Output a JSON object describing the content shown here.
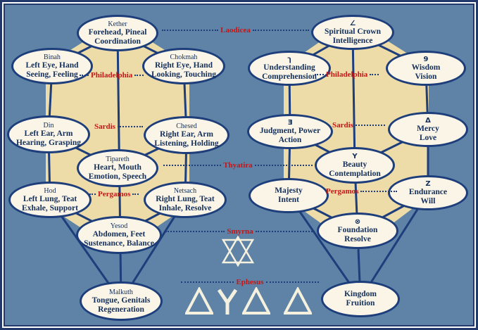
{
  "title": "Tree of Life body/attribute correspondence diagram",
  "colors": {
    "background": "#5e83a7",
    "node_fill": "#faf5e6",
    "node_border": "#1d3e7b",
    "line_navy": "#1d3e7b",
    "tan_panel": "#eedca8",
    "church_red": "#c41616",
    "symbol_ivory": "#f5f1de"
  },
  "left_tree": {
    "nodes": [
      {
        "title": "Kether",
        "line1": "Forehead, Pineal",
        "line2": "Coordination"
      },
      {
        "title": "Binah",
        "line1": "Left Eye, Hand",
        "line2": "Seeing, Feeling"
      },
      {
        "title": "Chokmah",
        "line1": "Right Eye, Hand",
        "line2": "Looking, Touching"
      },
      {
        "title": "Din",
        "line1": "Left Ear, Arm",
        "line2": "Hearing, Grasping"
      },
      {
        "title": "Chesed",
        "line1": "Right Ear, Arm",
        "line2": "Listening, Holding"
      },
      {
        "title": "Tipareth",
        "line1": "Heart, Mouth",
        "line2": "Emotion, Speech"
      },
      {
        "title": "Hod",
        "line1": "Left Lung, Teat",
        "line2": "Exhale, Support"
      },
      {
        "title": "Netsach",
        "line1": "Right Lung, Teat",
        "line2": "Inhale, Resolve"
      },
      {
        "title": "Yesod",
        "line1": "Abdomen, Feet",
        "line2": "Sustenance, Balance"
      },
      {
        "title": "Malkuth",
        "line1": "Tongue, Genitals",
        "line2": "Regeneration"
      }
    ]
  },
  "right_tree": {
    "nodes": [
      {
        "glyph": "∠",
        "line1": "Spiritual Crown",
        "line2": "Intelligence"
      },
      {
        "glyph": "ך",
        "line1": "Understanding",
        "line2": "Comprehension"
      },
      {
        "glyph": "9",
        "line1": "Wisdom",
        "line2": "Vision"
      },
      {
        "glyph": "Ǝ",
        "line1": "Judgment, Power",
        "line2": "Action"
      },
      {
        "glyph": "Δ",
        "line1": "Mercy",
        "line2": "Love"
      },
      {
        "glyph": "Y",
        "line1": "Beauty",
        "line2": "Contemplation"
      },
      {
        "glyph": "",
        "line1": "Majesty",
        "line2": "Intent"
      },
      {
        "glyph": "Z",
        "line1": "Endurance",
        "line2": "Will"
      },
      {
        "glyph": "⊗",
        "line1": "Foundation",
        "line2": "Resolve"
      },
      {
        "glyph": "",
        "line1": "Kingdom",
        "line2": "Fruition"
      }
    ]
  },
  "churches": {
    "laodicea": "Laodicea",
    "philadelphia": "Philadelphia",
    "sardis": "Sardis",
    "thyatira": "Thyatira",
    "pergamos": "Pergamos",
    "smyrna": "Smyrna",
    "ephesus": "Ephesus"
  },
  "symbols": {
    "star_of_david": "✡",
    "triangle": "△",
    "y_glyph": "Y"
  }
}
